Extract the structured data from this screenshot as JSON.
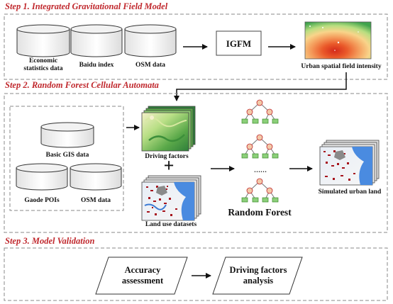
{
  "colors": {
    "step_title": "#c0282d",
    "dash_border": "#888888",
    "arrow": "#111111",
    "tree_node_fill": "#f2c9a8",
    "tree_node_stroke": "#c0282d",
    "tree_leaf_fill": "#8ccf7a",
    "tree_leaf_stroke": "#3a8a2a",
    "heatmap_core": "#d42a1a",
    "heatmap_edge": "#3fa34d"
  },
  "step1": {
    "title": "Step 1.  Integrated Gravitational Field Model",
    "db_labels": [
      "Economic\nstatistics data",
      "Baidu index",
      "OSM data"
    ],
    "model_box": "IGFM",
    "output_label": "Urban spatial field intensity"
  },
  "step2": {
    "title": "Step 2.  Random Forest Cellular Automata",
    "db_labels": [
      "Basic GIS data",
      "Gaode POIs",
      "OSM data"
    ],
    "driving_factors_label": "Driving factors",
    "plus": "+",
    "land_use_label": "Land use datasets",
    "ellipsis": "……",
    "random_forest_label": "Random Forest",
    "simulated_label": "Simulated urban land"
  },
  "step3": {
    "title": "Step 3.  Model Validation",
    "box1": "Accuracy\nassessment",
    "box2": "Driving factors\nanalysis"
  }
}
